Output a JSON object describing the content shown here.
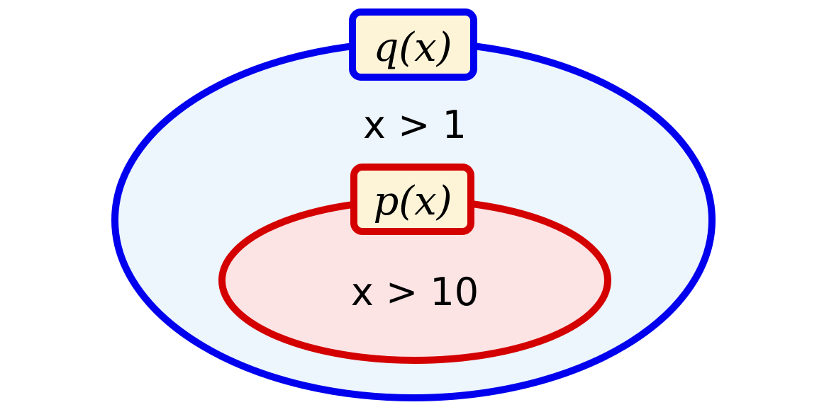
{
  "outer_set": {
    "label": "q(x)",
    "condition": "x > 1",
    "stroke": "#0000ee",
    "fill": "#edf5fd"
  },
  "inner_set": {
    "label": "p(x)",
    "condition": "x > 10",
    "stroke": "#d40000",
    "fill": "#fce4e5"
  },
  "label_fill": "#fdf4d8"
}
